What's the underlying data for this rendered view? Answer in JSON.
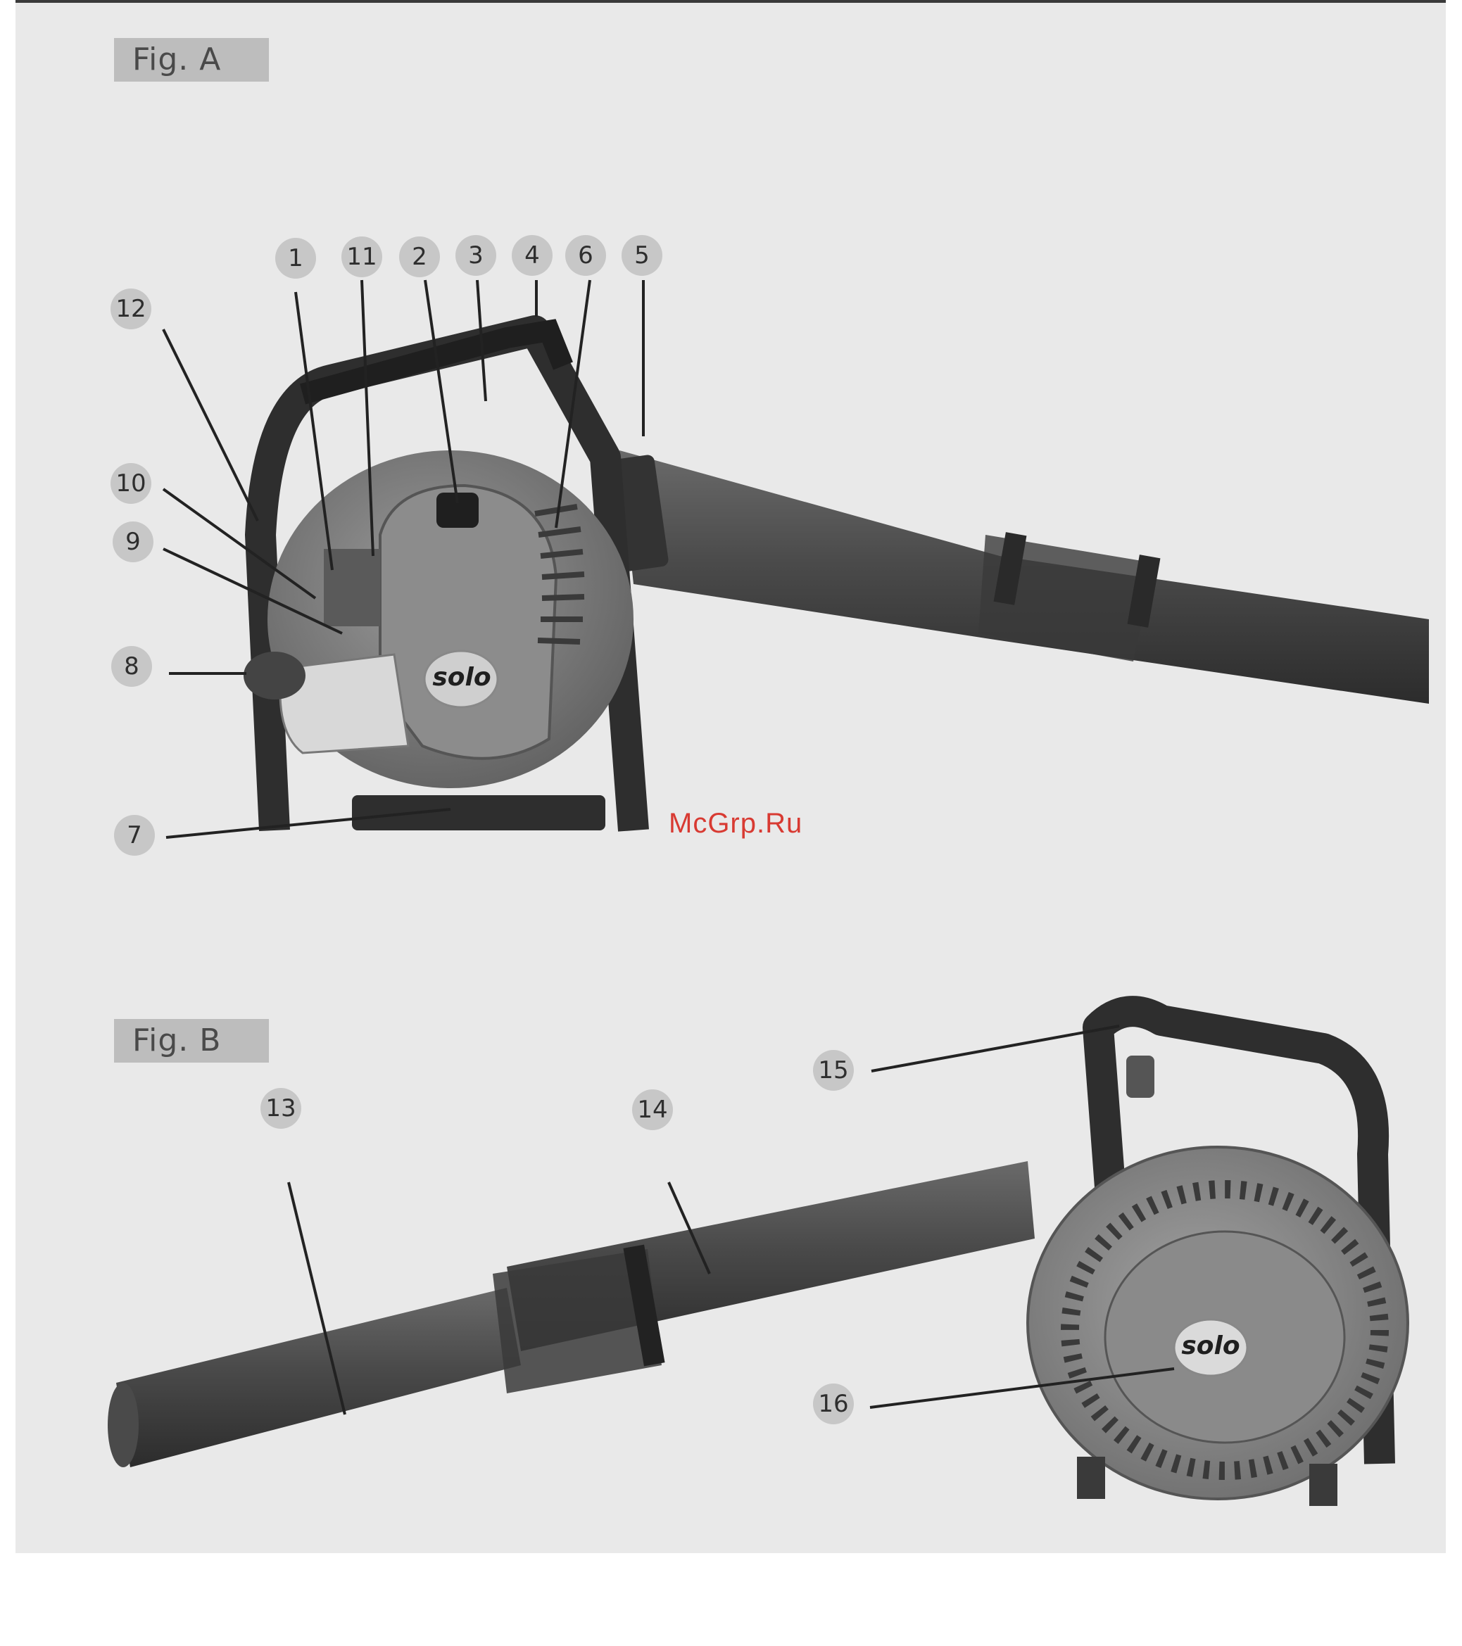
{
  "figures": [
    {
      "label": "Fig. A"
    },
    {
      "label": "Fig. B"
    }
  ],
  "callouts": {
    "a1": "1",
    "a2": "2",
    "a3": "3",
    "a4": "4",
    "a5": "5",
    "a6": "6",
    "a7": "7",
    "a8": "8",
    "a9": "9",
    "a10": "10",
    "a11": "11",
    "a12": "12",
    "b13": "13",
    "b14": "14",
    "b15": "15",
    "b16": "16"
  },
  "brand": {
    "logo": "solo"
  },
  "watermark": "McGrp.Ru",
  "colors": {
    "sheet": "#e9e9e9",
    "label_bg": "#bdbdbd",
    "callout_bg": "#c7c7c7",
    "watermark": "#d83a32"
  }
}
